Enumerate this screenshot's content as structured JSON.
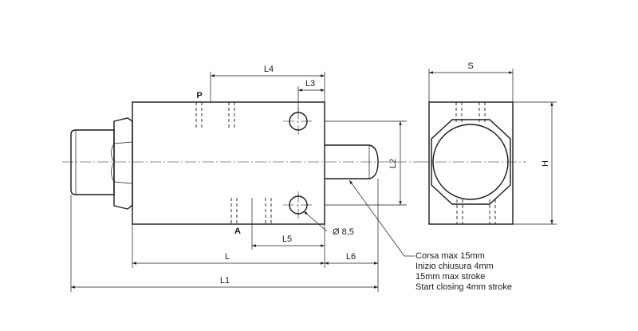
{
  "labels": {
    "L4": "L4",
    "L3": "L3",
    "P": "P",
    "A": "A",
    "L2": "L2",
    "L5": "L5",
    "L": "L",
    "L6": "L6",
    "L1": "L1",
    "S": "S",
    "H": "H",
    "hole": "Ø 8,5"
  },
  "note": {
    "line1": "Corsa max 15mm",
    "line2": "Inizio chiusura 4mm",
    "line3": "15mm max stroke",
    "line4": "Start closing 4mm stroke"
  }
}
